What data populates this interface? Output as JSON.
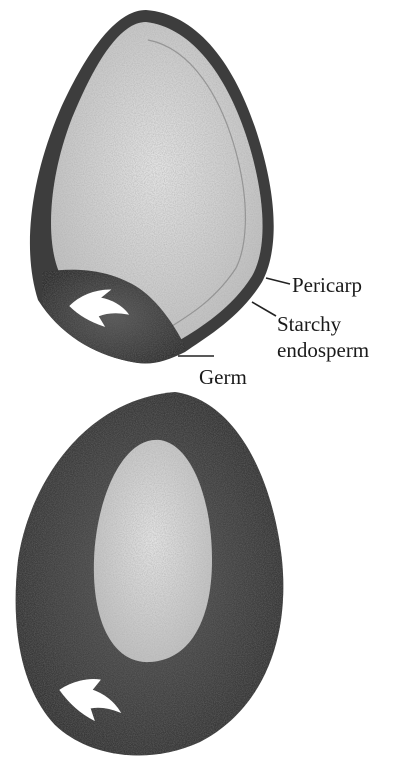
{
  "labels": {
    "pericarp": "Pericarp",
    "starchy_line1": "Starchy",
    "starchy_line2": "endosperm",
    "germ": "Germ"
  },
  "colors": {
    "background": "#ffffff",
    "ink": "#1a1a1a",
    "dark_stipple": "#3a3a3a",
    "light_stipple": "#c9c9c9"
  }
}
